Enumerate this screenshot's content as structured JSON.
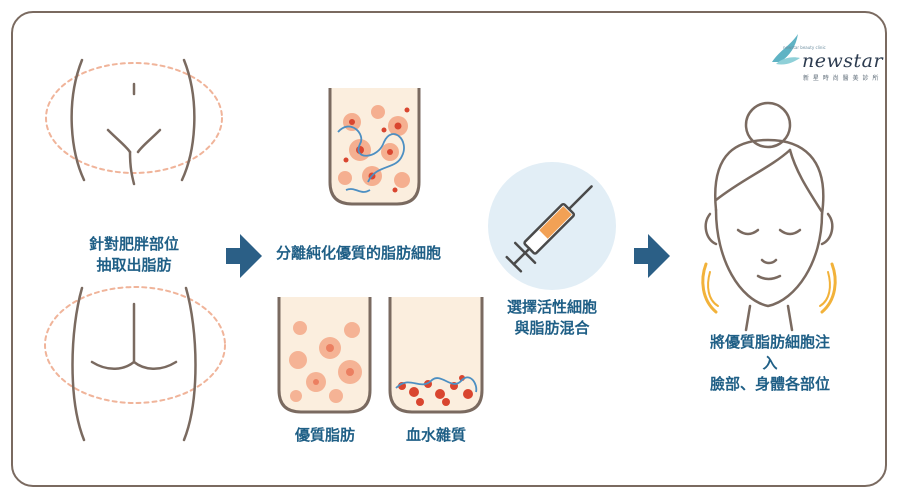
{
  "logo": {
    "name": "newstar",
    "tagline": "newstar beauty clinic",
    "chinese": "新 星 時 尚 醫 美 診 所"
  },
  "steps": {
    "extract": "針對肥胖部位\n抽取出脂肪",
    "separate": "分離純化優質的脂肪細胞",
    "quality_fat": "優質脂肪",
    "blood_water": "血水雜質",
    "mix": "選擇活性細胞\n與脂肪混合",
    "inject": "將優質脂肪細胞注入\n臉部、身體各部位"
  },
  "colors": {
    "outline": "#7a6a60",
    "label": "#1f5f86",
    "arrow": "#2b5f86",
    "dashed_ring": "#f0b49a",
    "fat_fill": "#fbeede",
    "fat_cell": "#f4a583",
    "fat_cell_red": "#d9452f",
    "vessel": "#4d8fc2",
    "syringe_bg": "#e2eef6"
  },
  "icons": [
    "abdomen-illustration",
    "buttocks-illustration",
    "beaker-icon",
    "syringe-icon",
    "face-illustration",
    "right-arrow-icon",
    "logo-bird-icon"
  ]
}
